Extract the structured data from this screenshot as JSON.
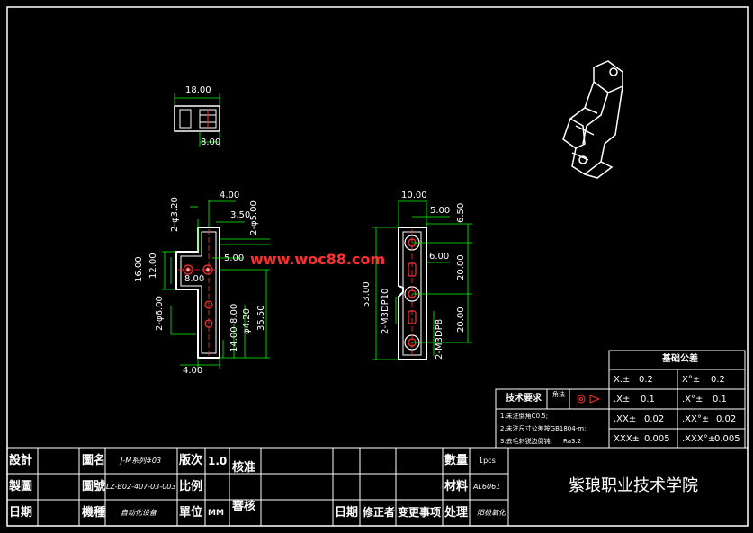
{
  "watermark": "www.woc88.com",
  "school": "紫琅职业技术学院",
  "dimensions": {
    "top_view": [
      "18.00",
      "8.00"
    ],
    "front_view": [
      "4.00",
      "3.50",
      "2-φ3.20",
      "2-φ5.00",
      "5.00",
      "16.00",
      "12.00",
      "8.00",
      "2-φ6.00",
      "35.50",
      "8.00",
      "φ4.20",
      "14.00",
      "4.00"
    ],
    "side_view": [
      "10.00",
      "5.00",
      "6.50",
      "6.00",
      "53.00",
      "20.00",
      "20.00",
      "2-M3DP10",
      "2-M3DP8"
    ]
  },
  "tolerance": {
    "title": "基础公差",
    "rows": [
      {
        "k1": "X.±",
        "v1": "0.2",
        "k2": "X°±",
        "v2": "0.2"
      },
      {
        "k1": ".X±",
        "v1": "0.1",
        "k2": ".X°±",
        "v2": "0.1"
      },
      {
        "k1": ".XX±",
        "v1": "0.02",
        "k2": ".XX°±",
        "v2": "0.02"
      },
      {
        "k1": "XXX±",
        "v1": "0.005",
        "k2": ".XXX°±",
        "v2": "0.005"
      }
    ]
  },
  "tech_req": {
    "title": "技术要求",
    "angle_label": "角法",
    "items": [
      "1.未注倒角C0.5;",
      "2.未注尺寸公差按GB1804-m;",
      "3.去毛刺锐边倒钝;"
    ],
    "note": "Ra3.2"
  },
  "title_block": {
    "design": "設計",
    "drawing": "製圖",
    "date": "日期",
    "part_name_label": "圖名",
    "part_name": "J-M系列#03",
    "drawing_no_label": "圖號",
    "drawing_no": "LZ-B02-407-03-003",
    "machine_label": "機種",
    "machine": "自动化设备",
    "version_label": "版次",
    "version": "1.0",
    "scale_label": "比例",
    "scale": "",
    "unit_label": "單位",
    "unit": "MM",
    "approve": "核准",
    "review": "審核",
    "date2": "日期",
    "modifier": "修正者",
    "changes": "变更事项",
    "process": "处理",
    "qty_label": "數量",
    "qty": "1pcs",
    "material_label": "材料",
    "material": "AL6061",
    "process_val": "阳极氧化"
  }
}
